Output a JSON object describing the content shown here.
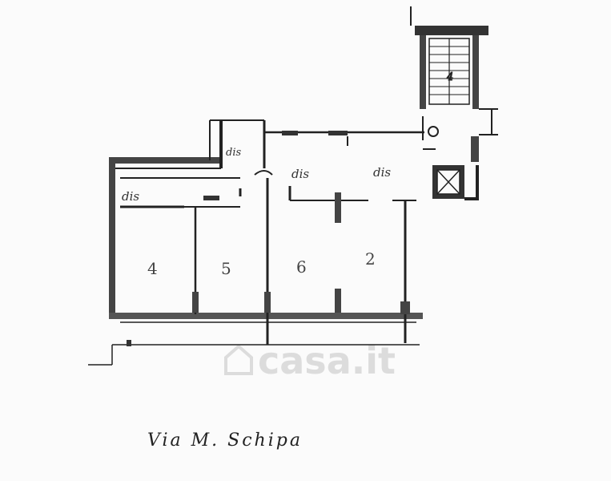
{
  "plan": {
    "rooms": {
      "room_4": "4",
      "room_5": "5",
      "room_6": "6",
      "room_2": "2"
    },
    "closets": {
      "top": "dis",
      "corridor": "dis",
      "left": "dis",
      "right": "dis"
    },
    "stair_mark": "4",
    "street_label": "Via M. Schipa",
    "watermark_text": "casa.it",
    "watermark_icon": "house-icon"
  }
}
